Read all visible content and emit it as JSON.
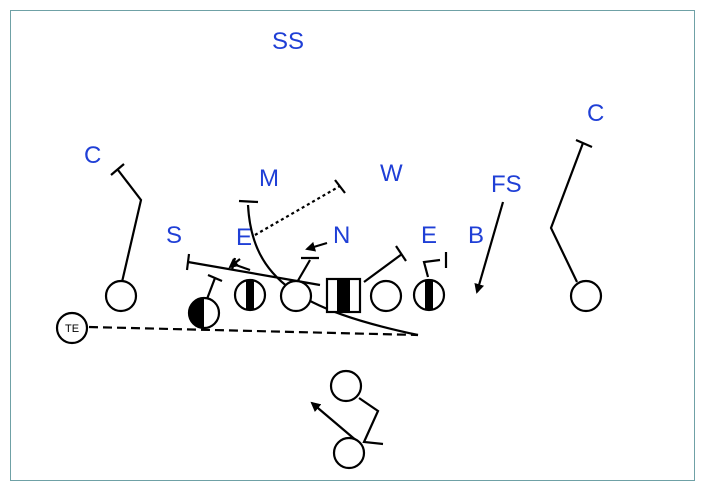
{
  "defense": {
    "ss": "SS",
    "c_left": "C",
    "c_right": "C",
    "m": "M",
    "w": "W",
    "fs": "FS",
    "s": "S",
    "e_left": "E",
    "n": "N",
    "e_right": "E",
    "b": "B"
  },
  "offense": {
    "te": "TE"
  },
  "colors": {
    "defense_label": "#1f3fd6",
    "frame_border": "#6fa1a6",
    "line": "#000000"
  }
}
